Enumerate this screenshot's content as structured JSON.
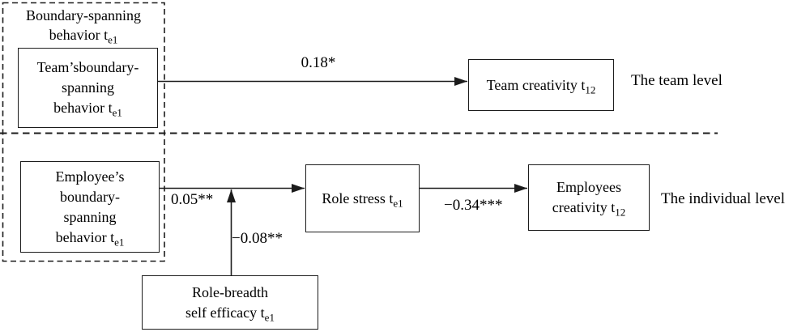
{
  "diagram": {
    "background": "#ffffff",
    "line_color": "#1c1c1c",
    "text_color": "#000000",
    "levels": {
      "team_label": "The team level",
      "individual_label": "The individual level"
    },
    "group_box": {
      "lines": [
        "Boundary-spanning",
        "behavior t"
      ],
      "sub": "e1"
    },
    "nodes": {
      "team_bsb": {
        "lines": [
          "Team’sboundary-",
          "spanning",
          "behavior t"
        ],
        "sub": "e1"
      },
      "team_creativity": {
        "lines": [
          "Team creativity t"
        ],
        "sub": "12"
      },
      "employee_bsb": {
        "lines": [
          "Employee’s",
          "boundary-",
          "spanning",
          "behavior t"
        ],
        "sub": "e1"
      },
      "role_stress": {
        "lines": [
          "Role stress t"
        ],
        "sub": "e1"
      },
      "employees_creativity": {
        "lines": [
          "Employees",
          "creativity t"
        ],
        "sub": "12"
      },
      "role_breadth": {
        "lines": [
          "Role-breadth",
          "self efficacy t"
        ],
        "sub": "e1"
      }
    },
    "edges": {
      "team_bsb_to_team_creativity": {
        "label": "0.18*"
      },
      "employee_bsb_to_role_stress": {
        "label": "0.05**"
      },
      "role_breadth_to_path": {
        "label": "−0.08**"
      },
      "role_stress_to_employees_creativity": {
        "label": "−0.34***"
      }
    }
  }
}
